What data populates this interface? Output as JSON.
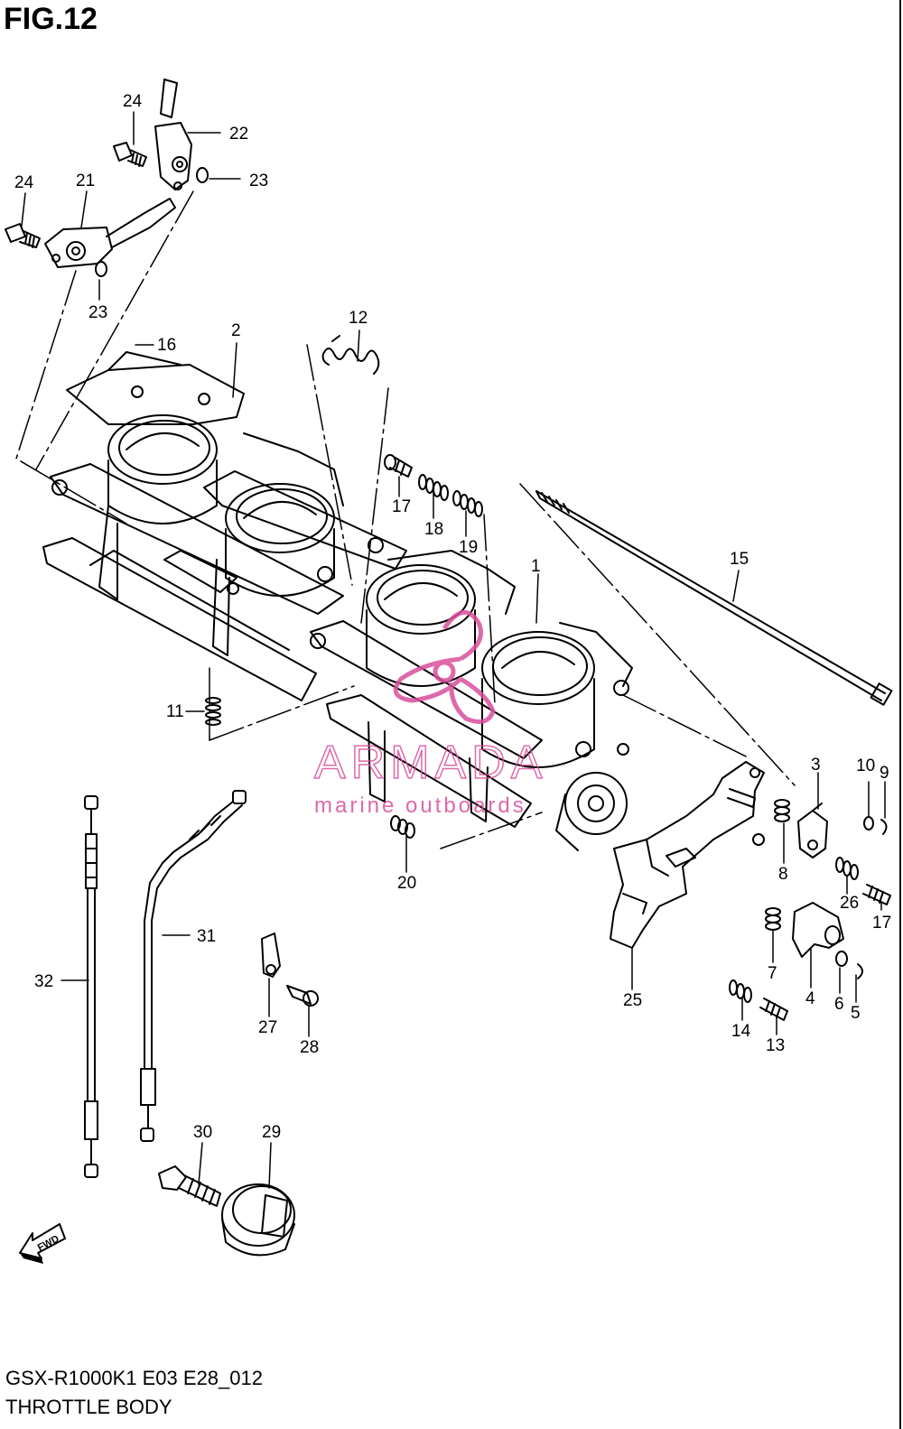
{
  "figure": {
    "title": "FIG.12"
  },
  "footer": {
    "model": "GSX-R1000K1 E03 E28_012",
    "section": "THROTTLE BODY"
  },
  "watermark": {
    "brand": "ARMADA",
    "tagline": "marine outboards",
    "color": "#d94f9c"
  },
  "fwd_marker": "FWD",
  "callouts": [
    "1",
    "2",
    "3",
    "4",
    "5",
    "6",
    "7",
    "8",
    "9",
    "10",
    "11",
    "12",
    "13",
    "14",
    "15",
    "16",
    "17",
    "17",
    "18",
    "19",
    "20",
    "21",
    "22",
    "23",
    "23",
    "24",
    "24",
    "25",
    "26",
    "27",
    "28",
    "29",
    "30",
    "31",
    "32"
  ]
}
